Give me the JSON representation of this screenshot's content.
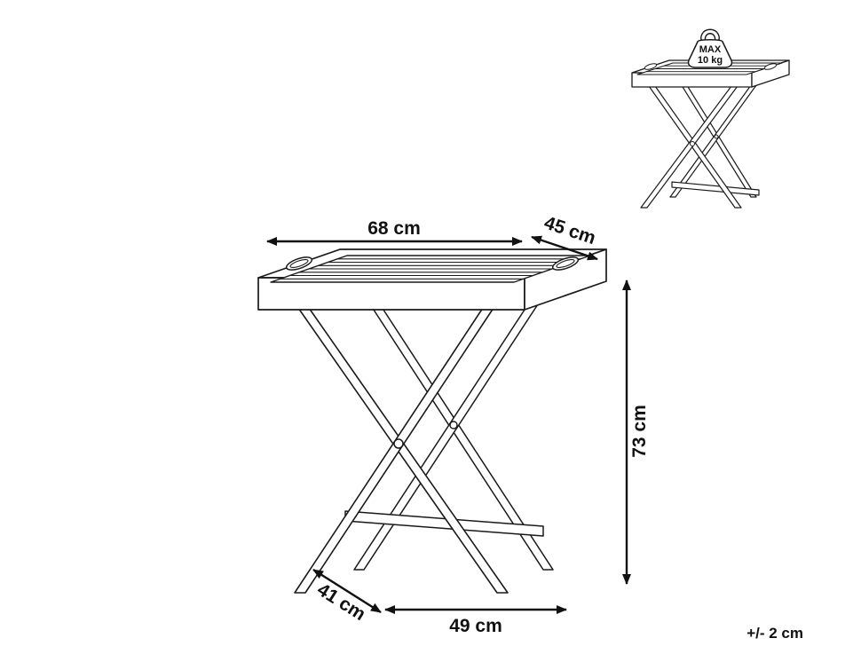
{
  "figure": {
    "type": "product-dimension-diagram",
    "subject": "folding tray table line drawing",
    "ink_color": "#1a1a1a",
    "background_color": "#ffffff",
    "dimensions": {
      "top_width": "68 cm",
      "top_depth": "45 cm",
      "height": "73 cm",
      "base_depth": "41 cm",
      "base_width": "49 cm"
    },
    "capacity": {
      "line1": "MAX",
      "line2": "10 kg"
    },
    "tolerance": "+/- 2 cm"
  }
}
